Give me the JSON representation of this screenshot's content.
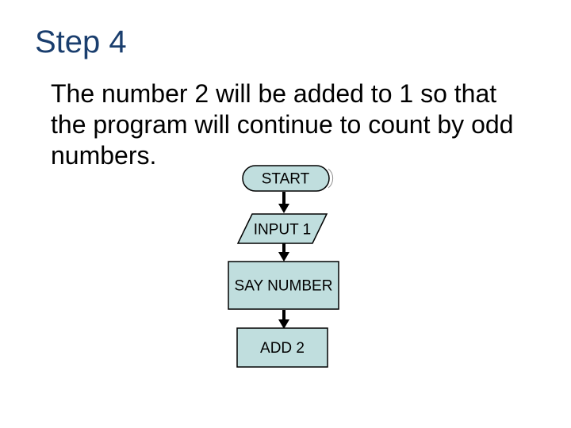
{
  "slide": {
    "title": "Step 4",
    "body_lines": [
      "The number 2 will be added to 1 so that",
      "the program will continue to count by odd",
      "numbers."
    ]
  },
  "flowchart": {
    "nodes": [
      {
        "label": "START",
        "shape": "terminator"
      },
      {
        "label": "INPUT 1",
        "shape": "input-output"
      },
      {
        "label": "SAY NUMBER",
        "shape": "process"
      },
      {
        "label": "ADD 2",
        "shape": "process"
      }
    ],
    "edges": [
      {
        "from": "START",
        "to": "INPUT 1"
      },
      {
        "from": "INPUT 1",
        "to": "SAY NUMBER"
      },
      {
        "from": "SAY NUMBER",
        "to": "ADD 2"
      }
    ]
  },
  "colors": {
    "background": "#FFFFFF",
    "title_text": "#1A3E6E",
    "body_text": "#000000",
    "node_fill": "#C0DEDE",
    "node_border": "#000000",
    "arrow": "#000000"
  }
}
